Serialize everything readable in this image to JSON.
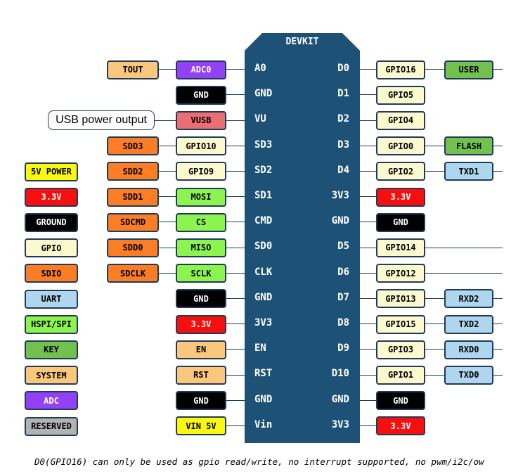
{
  "board": {
    "title": "DEVKIT"
  },
  "callout": {
    "label": "USB power output"
  },
  "footnote": "D0(GPIO16) can only be used as gpio read/write, no interrupt supported, no pwm/i2c/ow",
  "colors": {
    "board": "#1d5276",
    "tout": "#fbc77c",
    "adc": "#9341f5",
    "ground": "#000000",
    "vusb": "#ea6f72",
    "sdio": "#fb7d24",
    "gpio": "#fdf9cf",
    "power3v3": "#f60f0f",
    "hspi": "#8cf44e",
    "system": "#fbc77c",
    "vin": "#fbf80f",
    "user": "#72c14f",
    "flash": "#72c14f",
    "uart": "#aed6ef",
    "key": "#72c14f",
    "reserved": "#b3b3b3",
    "power5v": "#fbf80f"
  },
  "left_pins": [
    "A0",
    "GND",
    "VU",
    "SD3",
    "SD2",
    "SD1",
    "CMD",
    "SD0",
    "CLK",
    "GND",
    "3V3",
    "EN",
    "RST",
    "GND",
    "Vin"
  ],
  "right_pins": [
    "D0",
    "D1",
    "D2",
    "D3",
    "D4",
    "3V3",
    "GND",
    "D5",
    "D6",
    "D7",
    "D8",
    "D9",
    "D10",
    "GND",
    "3V3"
  ],
  "left_outer": [
    {
      "label": "TOUT",
      "color": "tout"
    },
    null,
    null,
    {
      "label": "SDD3",
      "color": "sdio"
    },
    {
      "label": "SDD2",
      "color": "sdio"
    },
    {
      "label": "SDD1",
      "color": "sdio"
    },
    {
      "label": "SDCMD",
      "color": "sdio"
    },
    {
      "label": "SDD0",
      "color": "sdio"
    },
    {
      "label": "SDCLK",
      "color": "sdio"
    },
    null,
    null,
    null,
    null,
    null,
    null
  ],
  "left_inner": [
    {
      "label": "ADC0",
      "color": "adc"
    },
    {
      "label": "GND",
      "color": "ground"
    },
    {
      "label": "VUSB",
      "color": "vusb"
    },
    {
      "label": "GPIO10",
      "color": "gpio"
    },
    {
      "label": "GPIO9",
      "color": "gpio"
    },
    {
      "label": "MOSI",
      "color": "hspi"
    },
    {
      "label": "CS",
      "color": "hspi"
    },
    {
      "label": "MISO",
      "color": "hspi"
    },
    {
      "label": "SCLK",
      "color": "hspi"
    },
    {
      "label": "GND",
      "color": "ground"
    },
    {
      "label": "3.3V",
      "color": "power3v3"
    },
    {
      "label": "EN",
      "color": "system"
    },
    {
      "label": "RST",
      "color": "system"
    },
    {
      "label": "GND",
      "color": "ground"
    },
    {
      "label": "VIN 5V",
      "color": "vin"
    }
  ],
  "right_inner": [
    {
      "label": "GPIO16",
      "color": "gpio"
    },
    {
      "label": "GPIO5",
      "color": "gpio"
    },
    {
      "label": "GPIO4",
      "color": "gpio"
    },
    {
      "label": "GPIO0",
      "color": "gpio"
    },
    {
      "label": "GPIO2",
      "color": "gpio"
    },
    {
      "label": "3.3V",
      "color": "power3v3"
    },
    {
      "label": "GND",
      "color": "ground"
    },
    {
      "label": "GPIO14",
      "color": "gpio"
    },
    {
      "label": "GPIO12",
      "color": "gpio"
    },
    {
      "label": "GPIO13",
      "color": "gpio"
    },
    {
      "label": "GPIO15",
      "color": "gpio"
    },
    {
      "label": "GPIO3",
      "color": "gpio"
    },
    {
      "label": "GPIO1",
      "color": "gpio"
    },
    {
      "label": "GND",
      "color": "ground"
    },
    {
      "label": "3.3V",
      "color": "power3v3"
    }
  ],
  "right_outer": [
    {
      "label": "USER",
      "color": "user"
    },
    null,
    null,
    {
      "label": "FLASH",
      "color": "flash"
    },
    {
      "label": "TXD1",
      "color": "uart"
    },
    null,
    null,
    null,
    null,
    {
      "label": "RXD2",
      "color": "uart"
    },
    {
      "label": "TXD2",
      "color": "uart"
    },
    {
      "label": "RXD0",
      "color": "uart"
    },
    {
      "label": "TXD0",
      "color": "uart"
    },
    null,
    null
  ],
  "right_extension": [
    true,
    false,
    false,
    true,
    true,
    false,
    false,
    true,
    true,
    true,
    true,
    true,
    true,
    false,
    false
  ],
  "legend": [
    {
      "label": "5V POWER",
      "color": "power5v"
    },
    {
      "label": "3.3V",
      "color": "power3v3"
    },
    {
      "label": "GROUND",
      "color": "ground"
    },
    {
      "label": "GPIO",
      "color": "gpio"
    },
    {
      "label": "SDIO",
      "color": "sdio"
    },
    {
      "label": "UART",
      "color": "uart"
    },
    {
      "label": "HSPI/SPI",
      "color": "hspi"
    },
    {
      "label": "KEY",
      "color": "key"
    },
    {
      "label": "SYSTEM",
      "color": "system"
    },
    {
      "label": "ADC",
      "color": "adc"
    },
    {
      "label": "RESERVED",
      "color": "reserved"
    }
  ]
}
